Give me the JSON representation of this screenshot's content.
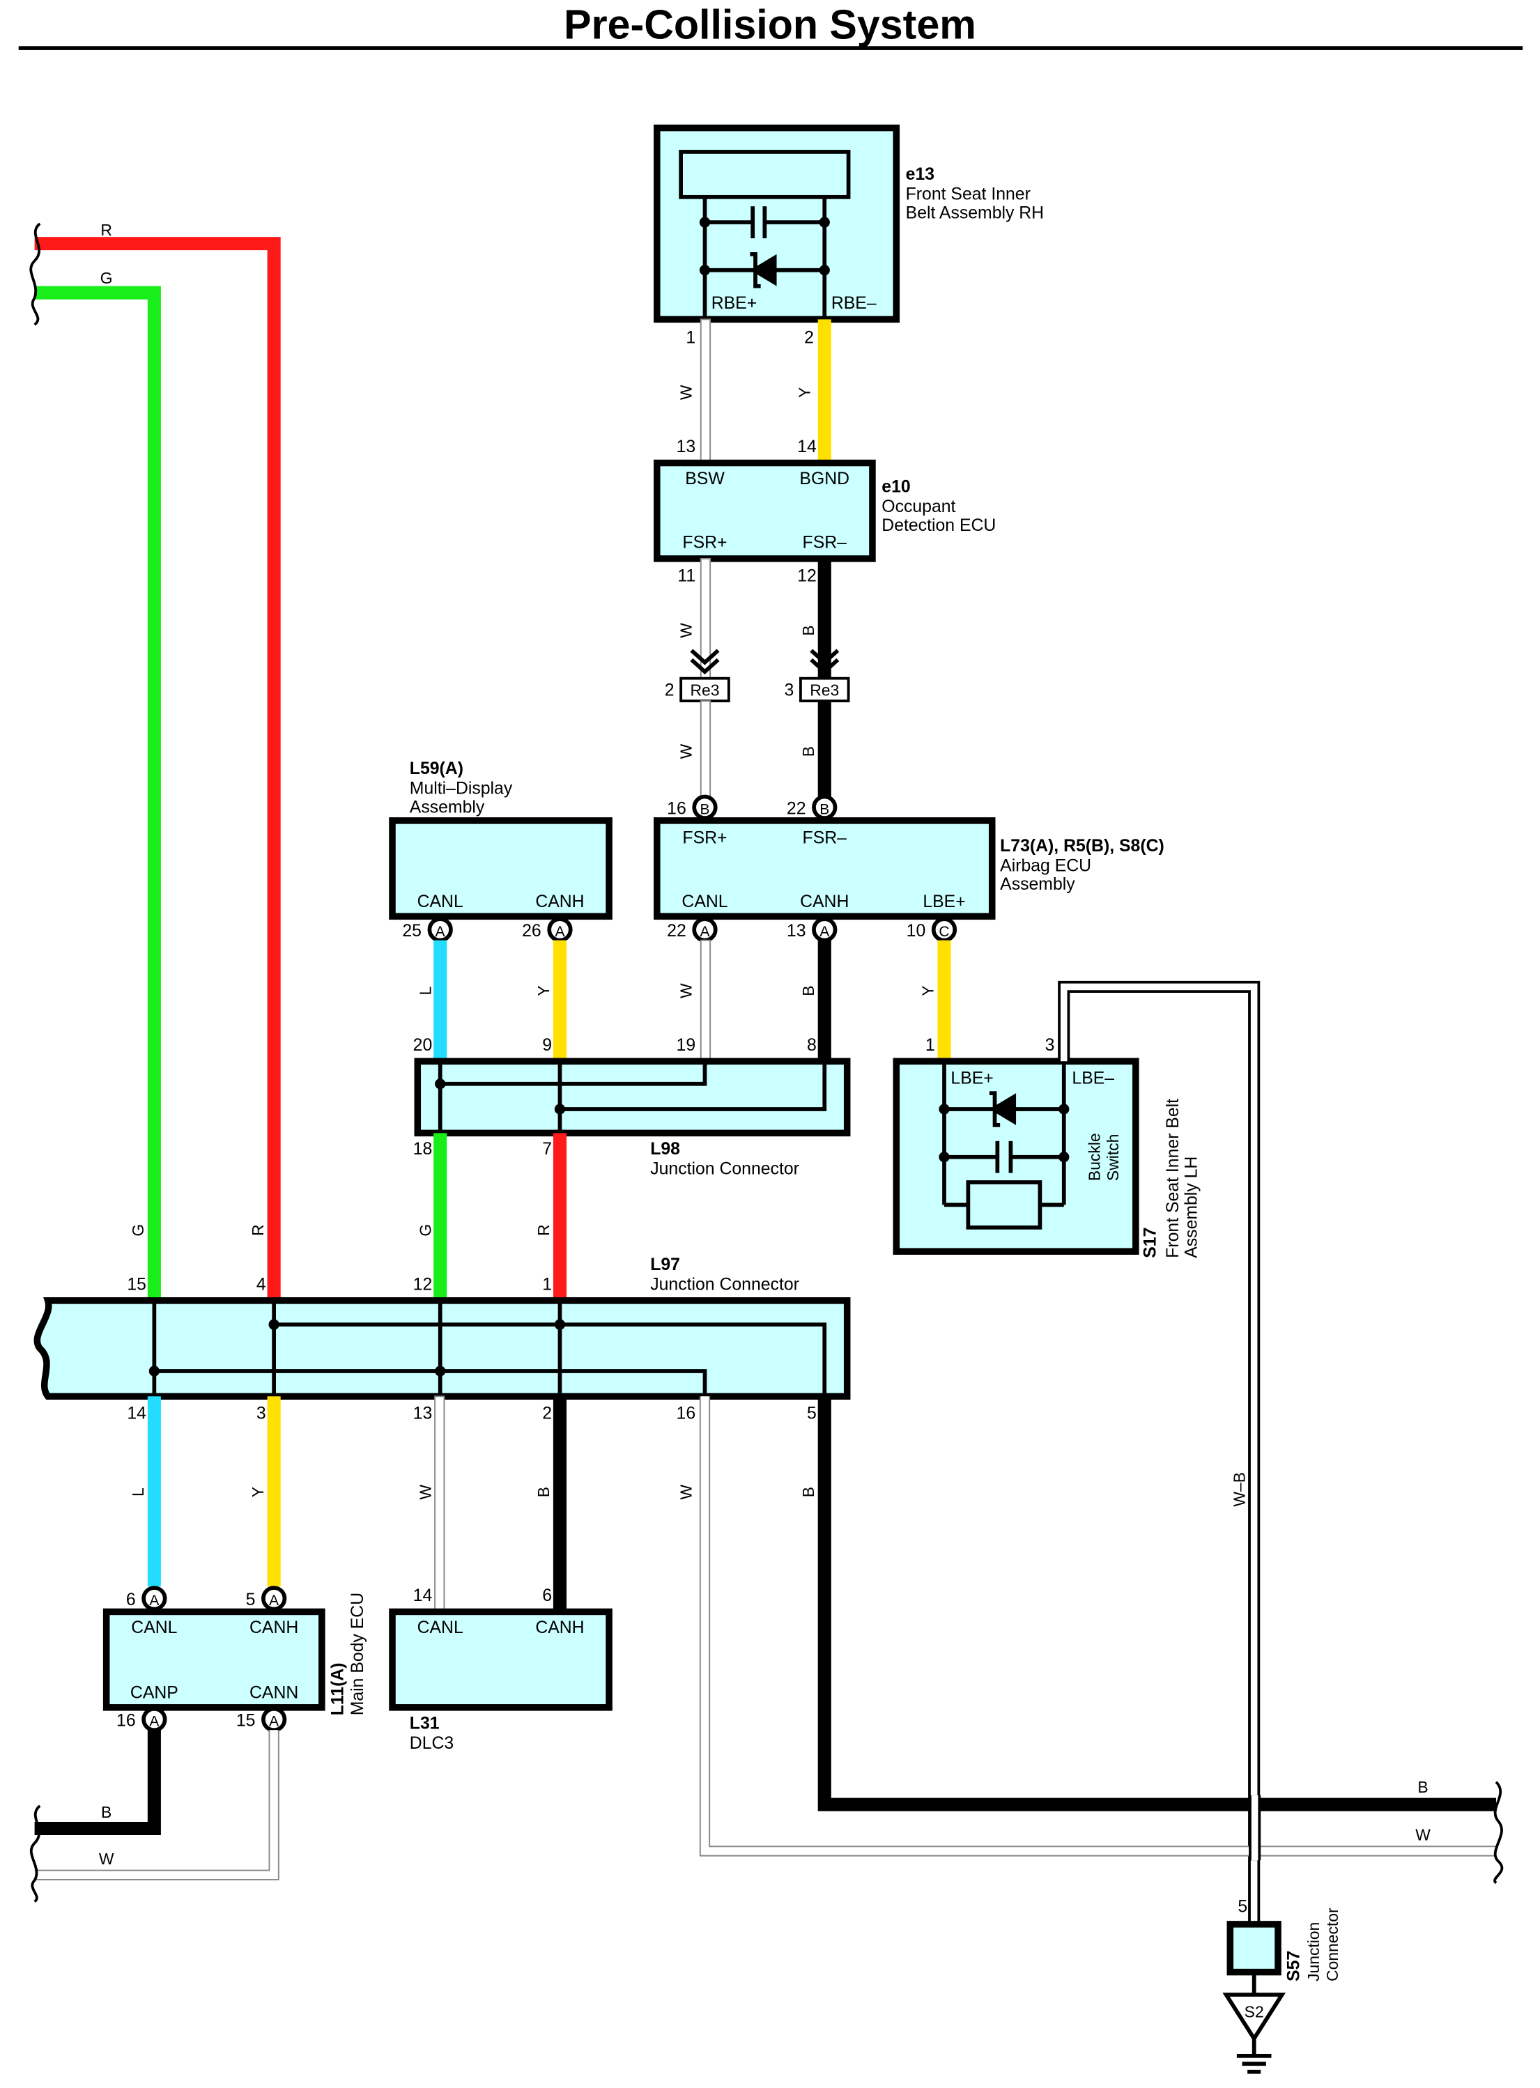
{
  "title": "Pre-Collision System",
  "colors": {
    "R": "#ff1a1a",
    "G": "#1aee1a",
    "L": "#22ddff",
    "Y": "#ffe000",
    "B": "#000000",
    "W": "#ffffff",
    "component_fill": "#ccffff"
  },
  "wire_colors": {
    "R": "R",
    "G": "G",
    "L": "L",
    "Y": "Y",
    "B": "B",
    "W": "W",
    "WB": "W–B"
  },
  "components": {
    "e13": {
      "ref": "e13",
      "name_l1": "Front Seat Inner",
      "name_l2": "Belt Assembly RH",
      "t1": "RBE+",
      "t2": "RBE–",
      "p1": "1",
      "p2": "2"
    },
    "e10": {
      "ref": "e10",
      "name_l1": "Occupant",
      "name_l2": "Detection ECU",
      "bsw": "BSW",
      "bgnd": "BGND",
      "fsrp": "FSR+",
      "fsrm": "FSR–",
      "p13": "13",
      "p14": "14",
      "p11": "11",
      "p12": "12"
    },
    "re3": {
      "ref": "Re3",
      "p2": "2",
      "p3": "3"
    },
    "l59": {
      "ref": "L59(A)",
      "name_l1": "Multi–Display",
      "name_l2": "Assembly",
      "canl": "CANL",
      "canh": "CANH",
      "p25": "25",
      "p26": "26",
      "pin_letter": "A"
    },
    "l73": {
      "ref": "L73(A), R5(B), S8(C)",
      "name_l1": "Airbag ECU",
      "name_l2": "Assembly",
      "fsrp": "FSR+",
      "fsrm": "FSR–",
      "canl": "CANL",
      "canh": "CANH",
      "lbep": "LBE+",
      "p16": "16",
      "p22t": "22",
      "p22": "22",
      "p13": "13",
      "p10": "10",
      "pinB": "B",
      "pinA": "A",
      "pinC": "C"
    },
    "l98": {
      "ref": "L98",
      "name": "Junction Connector",
      "p20": "20",
      "p9": "9",
      "p19": "19",
      "p8": "8",
      "p18": "18",
      "p7": "7"
    },
    "s17": {
      "ref": "S17",
      "name_l1": "Front Seat Inner Belt",
      "name_l2": "Assembly LH",
      "lbep": "LBE+",
      "lbem": "LBE–",
      "sw_l1": "Buckle",
      "sw_l2": "Switch",
      "p1": "1",
      "p3": "3"
    },
    "l97": {
      "ref": "L97",
      "name": "Junction Connector",
      "p15": "15",
      "p4": "4",
      "p12": "12",
      "p1": "1",
      "p14": "14",
      "p3": "3",
      "p13": "13",
      "p2": "2",
      "p16": "16",
      "p5": "5"
    },
    "l11": {
      "ref": "L11(A)",
      "name": "Main Body ECU",
      "canl": "CANL",
      "canh": "CANH",
      "canp": "CANP",
      "cann": "CANN",
      "p6": "6",
      "p5": "5",
      "p16": "16",
      "p15": "15",
      "pin_letter": "A"
    },
    "l31": {
      "ref": "L31",
      "name": "DLC3",
      "canl": "CANL",
      "canh": "CANH",
      "p14": "14",
      "p6": "6"
    },
    "s57": {
      "ref": "S57",
      "name_l1": "Junction",
      "name_l2": "Connector",
      "p5": "5",
      "ground": "S2"
    }
  }
}
